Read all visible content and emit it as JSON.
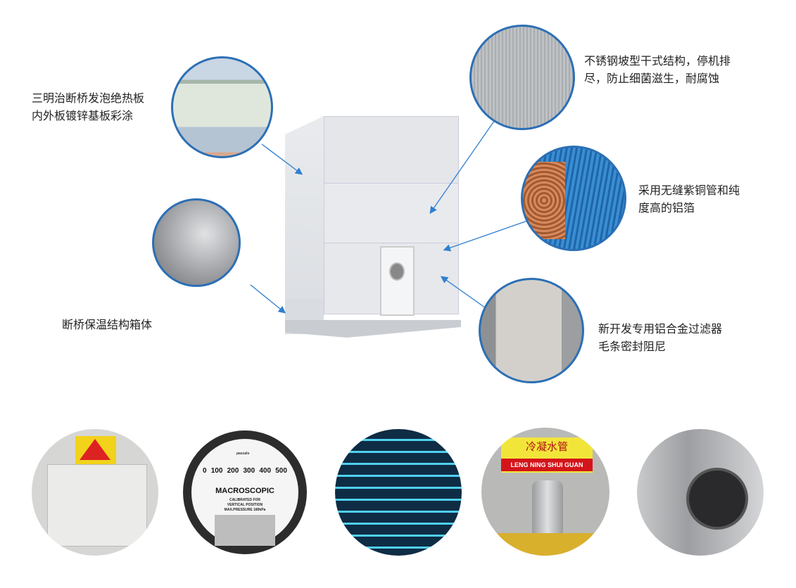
{
  "callouts": {
    "sandwich_panel": [
      "三明治断桥发泡绝热板",
      "内外板镀锌基板彩涂"
    ],
    "frame": [
      "断桥保温结构箱体"
    ],
    "drain_pan": [
      "不锈钢坡型干式结构，停机排",
      "尽，防止细菌滋生，耐腐蚀"
    ],
    "coil": [
      "采用无缝紫铜管和纯",
      "度高的铝箔"
    ],
    "filter": [
      "新开发专用铝合金过滤器",
      "毛条密封阻尼"
    ]
  },
  "bottom_photos": {
    "gauge": {
      "brand": "MACROSCOPIC",
      "unit": "pascals",
      "scale": [
        "0",
        "100",
        "200",
        "300",
        "400",
        "500"
      ],
      "line1": "CALIBRATED FOR",
      "line2": "VERTICAL POSITION",
      "line3": "MAX.PRESSURE 180kPa"
    },
    "drain_label": {
      "cn": "冷凝水管",
      "en": "LENG NING SHUI GUAN"
    }
  },
  "colors": {
    "accent": "#2c6fb5",
    "arrow": "#2f7fd0"
  }
}
